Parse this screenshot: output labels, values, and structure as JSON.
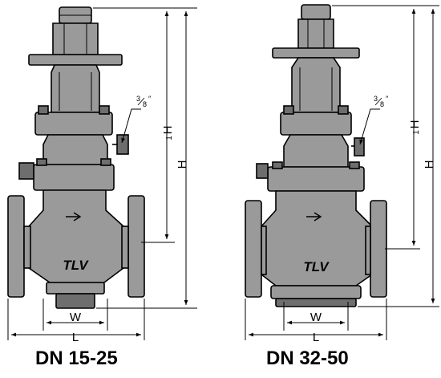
{
  "colors": {
    "ink": "#000000",
    "body_fill": "#9a9a9a",
    "bolt_fill": "#6e6e6e",
    "background": "#ffffff"
  },
  "left_valve": {
    "title": "DN 15-25",
    "dim_h": "H",
    "dim_h1": "H",
    "dim_h1_sub": "1",
    "dim_w": "W",
    "dim_l": "L",
    "port_num": "3",
    "port_den": "8",
    "port_mark": "″",
    "logo": "TLV"
  },
  "right_valve": {
    "title": "DN 32-50",
    "dim_h": "H",
    "dim_h1": "H",
    "dim_h1_sub": "1",
    "dim_w": "W",
    "dim_l": "L",
    "port_num": "3",
    "port_den": "8",
    "port_mark": "″",
    "logo": "TLV"
  }
}
